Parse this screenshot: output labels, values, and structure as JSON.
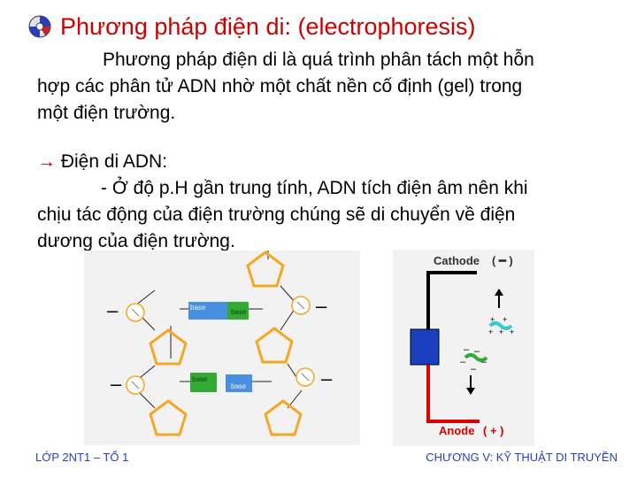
{
  "title": {
    "text": "Phương pháp điện di: (electrophoresis)",
    "icon": "molecule-icon",
    "color": "#cc0000"
  },
  "paragraph1": {
    "line1": "Phương pháp điện di là quá trình phân tách một hỗn",
    "line2": "hợp các phân tử ADN nhờ một chất nền cố định (gel) trong",
    "line3": "một điện trường."
  },
  "paragraph2": {
    "arrow": "→",
    "heading": " Điện di ADN:",
    "line1": "- Ở độ p.H gần trung tính, ADN tích điện âm nên khi",
    "line2": "chịu tác động của điện trường chúng sẽ di chuyển về điện",
    "line3": "dương của điện trường."
  },
  "dna_diagram": {
    "base_label_1": "base",
    "base_label_2": "base",
    "base_label_3": "base",
    "base_label_4": "base",
    "minus": "–"
  },
  "electrophoresis_diagram": {
    "cathode_label": "Cathode",
    "cathode_sign": "( ━ )",
    "anode_label": "Anode",
    "anode_sign": "( + )",
    "colors": {
      "cathode": "#000000",
      "anode": "#dd0000",
      "gel": "#1a3fbf",
      "dna_plus": "#33cccc",
      "dna_minus": "#33aa33"
    }
  },
  "footer": {
    "left": "LỚP 2NT1 – TỔ 1",
    "right": "CHƯƠNG V: KỸ THUẬT DI TRUYỀN"
  }
}
